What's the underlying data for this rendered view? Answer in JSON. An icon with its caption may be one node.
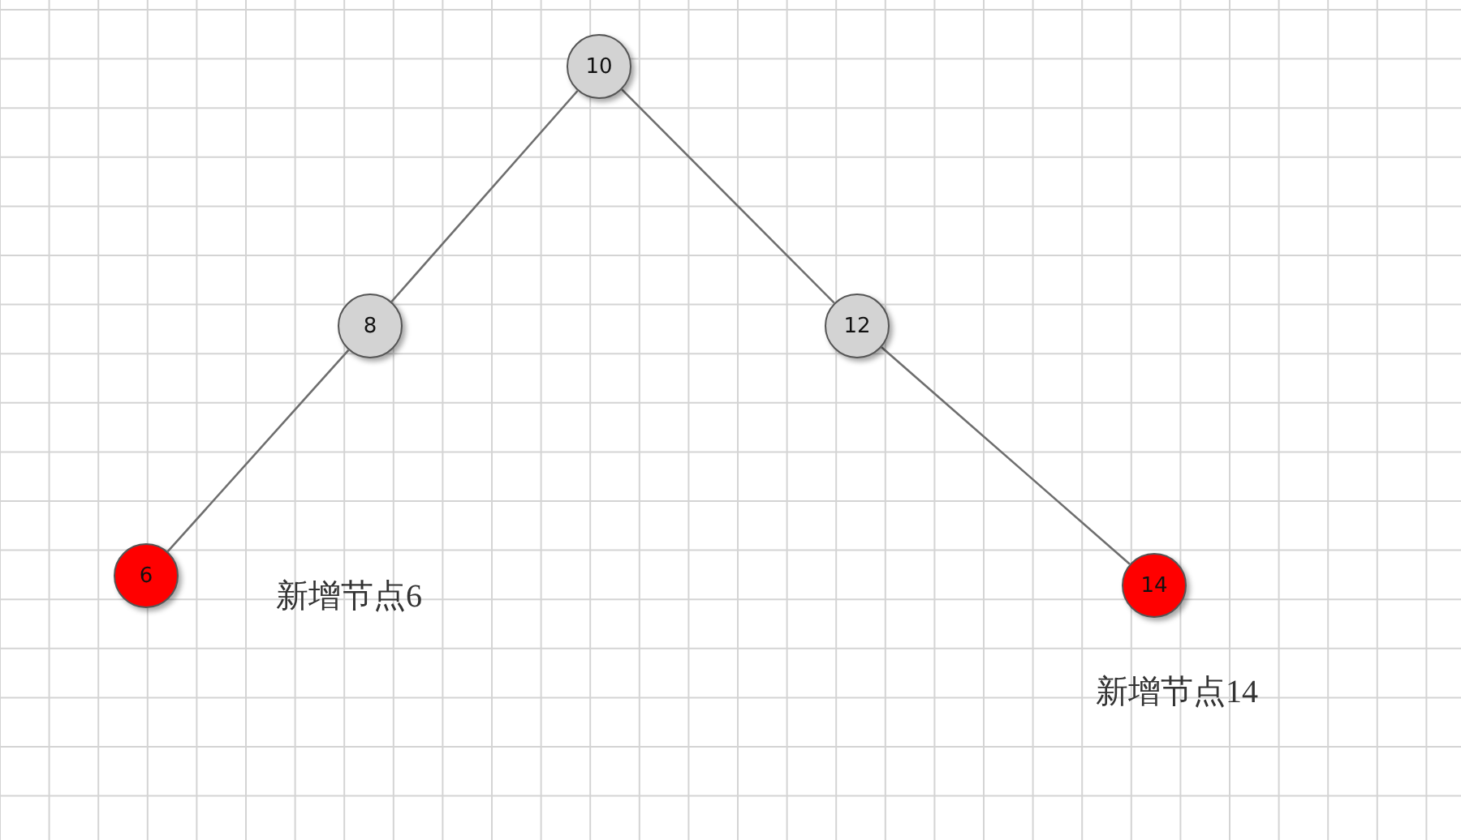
{
  "diagram": {
    "nodes": [
      {
        "text": [
          "10"
        ]
      },
      {
        "text": [
          "8"
        ]
      },
      {
        "text": [
          "12"
        ]
      },
      {
        "text": [
          "6"
        ]
      },
      {
        "text": [
          "14"
        ]
      }
    ],
    "edges": [
      {
        "from": 0,
        "to": 1,
        "arrow": "none"
      },
      {
        "from": 0,
        "to": 2,
        "arrow": "none"
      },
      {
        "from": 1,
        "to": 3,
        "arrow": "none"
      },
      {
        "from": 2,
        "to": 4,
        "arrow": "none"
      }
    ],
    "labels": [
      "新增节点6",
      "新增节点14"
    ]
  }
}
